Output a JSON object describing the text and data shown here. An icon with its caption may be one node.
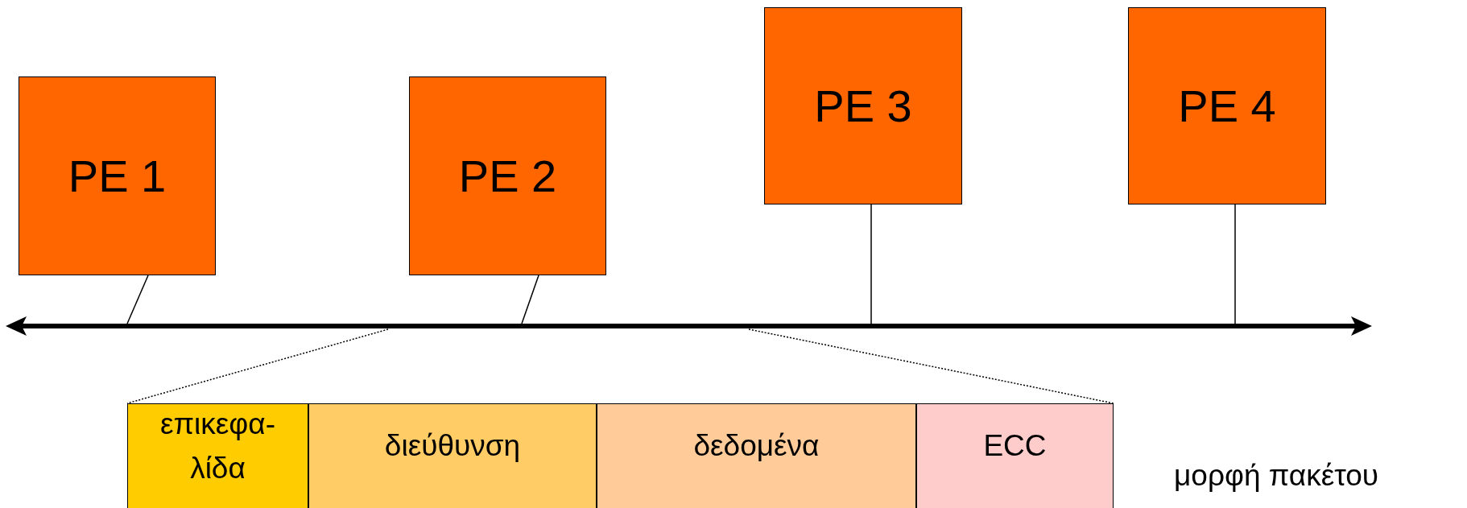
{
  "diagram": {
    "nodes": [
      {
        "text": [
          "PE 1"
        ]
      },
      {
        "text": [
          "PE 2"
        ]
      },
      {
        "text": [
          "PE 3"
        ]
      },
      {
        "text": [
          "PE 4"
        ]
      },
      {
        "text": [],
        "shape": "bar"
      },
      {
        "text": [
          "επικεφα-λίδα"
        ]
      },
      {
        "text": [
          "διεύθυνση"
        ]
      },
      {
        "text": [
          "δεδομένα"
        ]
      },
      {
        "text": [
          "ECC"
        ]
      }
    ],
    "edges": [
      {
        "from": 0,
        "to": 4,
        "arrow": "none"
      },
      {
        "from": 1,
        "to": 4,
        "arrow": "none"
      },
      {
        "from": 2,
        "to": 4,
        "arrow": "none"
      },
      {
        "from": 3,
        "to": 4,
        "arrow": "none"
      },
      {
        "from": 4,
        "to": 5,
        "arrow": "none",
        "style": "dashed"
      },
      {
        "from": 4,
        "to": 8,
        "arrow": "none",
        "style": "dashed"
      }
    ],
    "labels": [
      "μορφή πακέτου"
    ]
  }
}
